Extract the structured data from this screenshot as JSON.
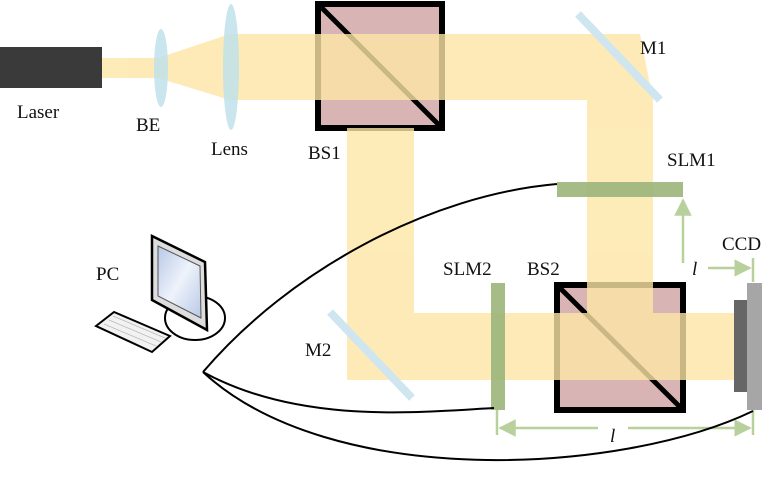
{
  "labels": {
    "laser": "Laser",
    "be": "BE",
    "lens": "Lens",
    "bs1": "BS1",
    "m1": "M1",
    "slm1": "SLM1",
    "ccd": "CCD",
    "slm2": "SLM2",
    "bs2": "BS2",
    "pc": "PC",
    "m2": "M2",
    "distance_vertical": "l",
    "distance_horizontal": "l"
  },
  "colors": {
    "beam": "#fde6a6",
    "cube": "#d9b4b4",
    "slm": "#9bb57a",
    "dimension": "#b8d19c",
    "mirror": "#cfe6f0",
    "laser": "#3a3a3a"
  }
}
